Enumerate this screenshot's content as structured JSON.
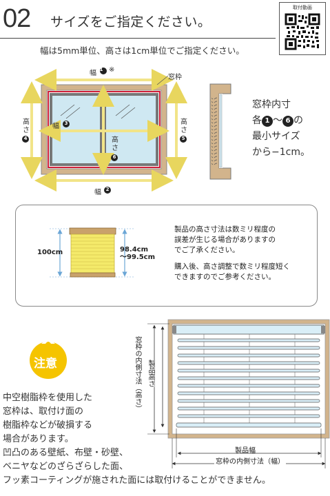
{
  "header": {
    "number": "02",
    "title": "サイズをご指定ください。",
    "subtitle": "幅は5mm単位、高さは1cm単位でご指定ください。",
    "qr_caption": "取付動画"
  },
  "window_diagram": {
    "label_width1": "幅",
    "label_width1_mark": "※",
    "label_frame": "窓枠",
    "label_width3": "幅",
    "label_height4": "高さ",
    "label_height5": "高さ",
    "label_height6": "高さ",
    "label_width2": "幅",
    "num1": "1",
    "num2": "2",
    "num3": "3",
    "num4": "4",
    "num5": "5",
    "num6": "6"
  },
  "spec": {
    "line1": "窓枠内寸",
    "line2_prefix": "各",
    "line2_mid": "〜",
    "line2_suffix": "の",
    "line3": "最小サイズ",
    "line4": "から−1cm。",
    "from_num": "1",
    "to_num": "6"
  },
  "blind_note": {
    "label_100": "100cm",
    "label_range1": "98.4cm",
    "label_range2": "〜99.5cm",
    "text1": "製品の高さ寸法は数ミリ程度の",
    "text2": "誤差が生じる場合がありますの",
    "text3": "でご了承ください。",
    "text4": "購入後、高さ調整で数ミリ程度短く",
    "text5": "できますのでご参考ください。"
  },
  "caution": {
    "badge": "注意",
    "lines": [
      "中空樹脂枠を使用した",
      "窓枠は、取付け面の",
      "樹脂枠などが破損する",
      "場合があります。",
      "凹凸のある壁紙、布壁・砂壁、",
      "ベニヤなどのざらざらした面、",
      "フッ素コーティングが施された面には取付けることができません。"
    ]
  },
  "blind_diagram": {
    "label_inner_height": "窓枠の内側寸法（高さ）",
    "label_product_height": "製品高さ",
    "label_product_width": "製品幅",
    "label_inner_width": "窓枠の内側寸法（幅）"
  },
  "colors": {
    "frame_tan": "#d2b48c",
    "arrow_yellow": "#f2e488",
    "glass_blue": "#cfe8f2",
    "frame_red": "#d0203a",
    "slat_blue": "#b7d7ea",
    "badge_yellow": "#f5c400"
  }
}
